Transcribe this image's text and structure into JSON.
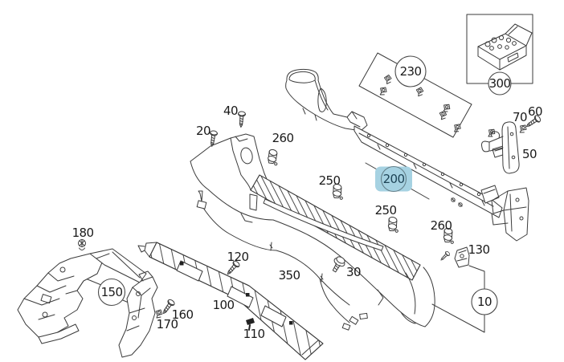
{
  "diagram": {
    "type": "exploded-parts-diagram",
    "subject": "rear bumper assembly",
    "background": "#ffffff",
    "line_color": "#3b3b3b",
    "label_color": "#1a1a1a",
    "callout_circle_color": "#4a4a4a",
    "highlight": {
      "part": "200",
      "fill": "#a6d2e2",
      "text_color": "#1d4355"
    },
    "circled_callouts": [
      "10",
      "150",
      "200",
      "230",
      "300"
    ],
    "parts": {
      "p10": "10",
      "p20": "20",
      "p30": "30",
      "p40": "40",
      "p50": "50",
      "p60": "60",
      "p70": "70",
      "p100": "100",
      "p110": "110",
      "p120": "120",
      "p130": "130",
      "p150": "150",
      "p160": "160",
      "p170": "170",
      "p180": "180",
      "p200": "200",
      "p230": "230",
      "p250": "250",
      "p260": "260",
      "p300": "300",
      "p350": "350"
    }
  }
}
